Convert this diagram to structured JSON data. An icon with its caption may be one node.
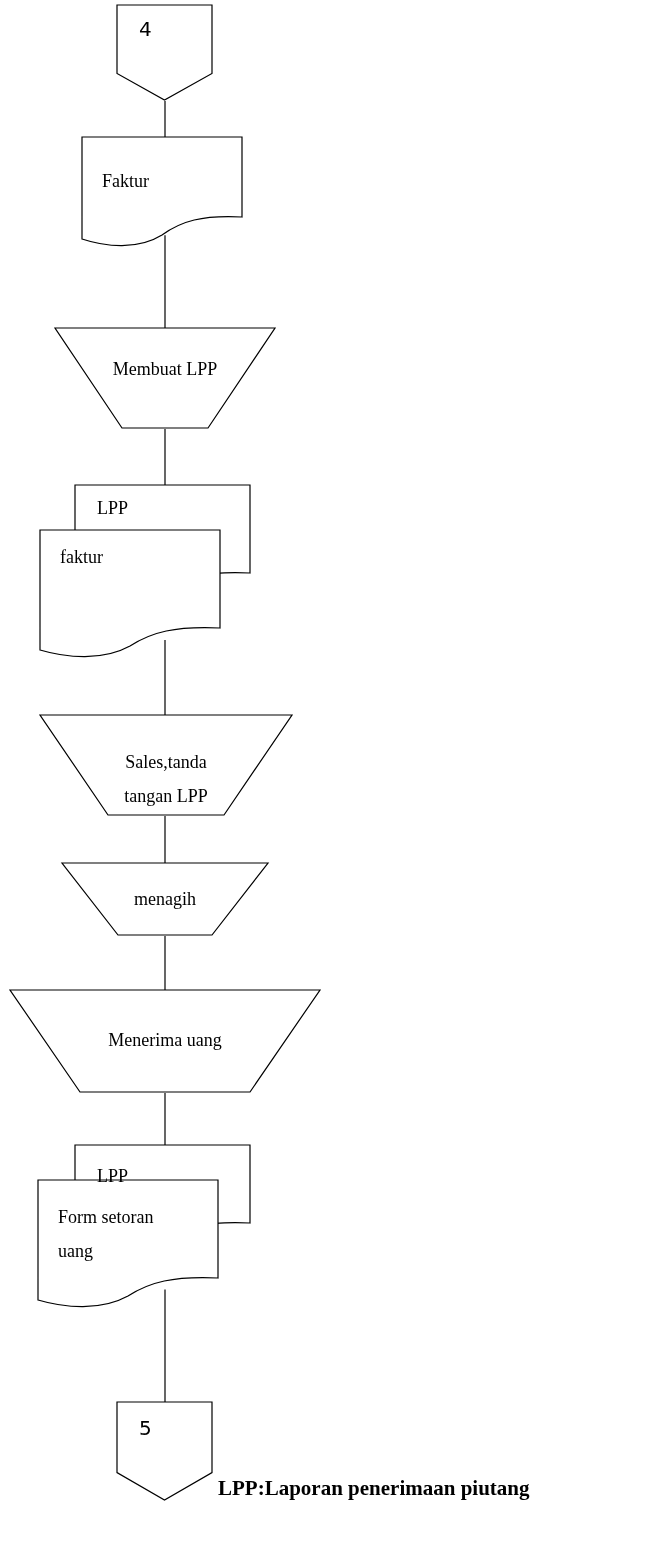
{
  "diagram": {
    "nodes": [
      {
        "text": [
          "4"
        ]
      },
      {
        "text": [
          "Faktur"
        ]
      },
      {
        "text": [
          "Membuat LPP"
        ]
      },
      {
        "text": [
          "LPP",
          "faktur"
        ]
      },
      {
        "text": [
          "Sales,tanda tangan LPP"
        ]
      },
      {
        "text": [
          "menagih"
        ]
      },
      {
        "text": [
          "Menerima uang"
        ]
      },
      {
        "text": [
          "LPP",
          "Form setoran uang"
        ]
      },
      {
        "text": [
          "5"
        ]
      }
    ],
    "edges": [
      {
        "from": 0,
        "to": 1,
        "arrow": "none"
      },
      {
        "from": 1,
        "to": 2,
        "arrow": "none"
      },
      {
        "from": 2,
        "to": 3,
        "arrow": "none"
      },
      {
        "from": 3,
        "to": 4,
        "arrow": "none"
      },
      {
        "from": 4,
        "to": 5,
        "arrow": "none"
      },
      {
        "from": 5,
        "to": 6,
        "arrow": "none"
      },
      {
        "from": 6,
        "to": 7,
        "arrow": "none"
      },
      {
        "from": 7,
        "to": 8,
        "arrow": "none"
      }
    ],
    "labels": [
      "LPP:Laporan penerimaan piutang"
    ]
  }
}
